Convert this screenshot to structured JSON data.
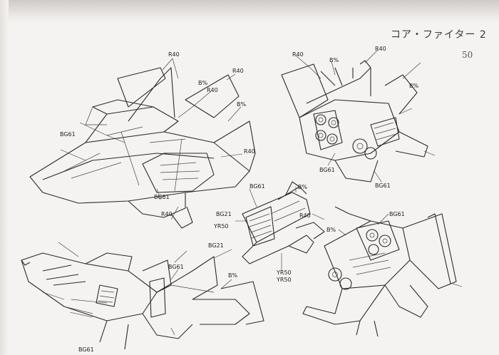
{
  "sheet": {
    "title": "コア・ファイター 2",
    "page_number": "50"
  },
  "callouts": [
    {
      "id": "c1",
      "text": "R40"
    },
    {
      "id": "c2",
      "text": "R40"
    },
    {
      "id": "c3",
      "text": "B%"
    },
    {
      "id": "c4",
      "text": "B%"
    },
    {
      "id": "c5",
      "text": "R40"
    },
    {
      "id": "c6",
      "text": "BG61"
    },
    {
      "id": "c7",
      "text": "R40"
    },
    {
      "id": "c8",
      "text": "R40"
    },
    {
      "id": "c9",
      "text": "BG61"
    },
    {
      "id": "c10",
      "text": "R40"
    },
    {
      "id": "c11",
      "text": "B%"
    },
    {
      "id": "c12",
      "text": "YR50"
    },
    {
      "id": "c13",
      "text": "YR50"
    },
    {
      "id": "c14",
      "text": "YR50"
    },
    {
      "id": "c15",
      "text": "BG21"
    },
    {
      "id": "c16",
      "text": "BG61"
    },
    {
      "id": "c17",
      "text": "B%"
    },
    {
      "id": "c18",
      "text": "R40"
    },
    {
      "id": "c19",
      "text": "B%"
    },
    {
      "id": "c20",
      "text": "BG61"
    },
    {
      "id": "c21",
      "text": "B%"
    },
    {
      "id": "c22",
      "text": "BG61"
    },
    {
      "id": "c23",
      "text": "BG61"
    },
    {
      "id": "c24",
      "text": "B%"
    },
    {
      "id": "c25",
      "text": "R40"
    },
    {
      "id": "c26",
      "text": "BG21"
    },
    {
      "id": "c27",
      "text": "BG61"
    },
    {
      "id": "c28",
      "text": "BG61"
    }
  ]
}
